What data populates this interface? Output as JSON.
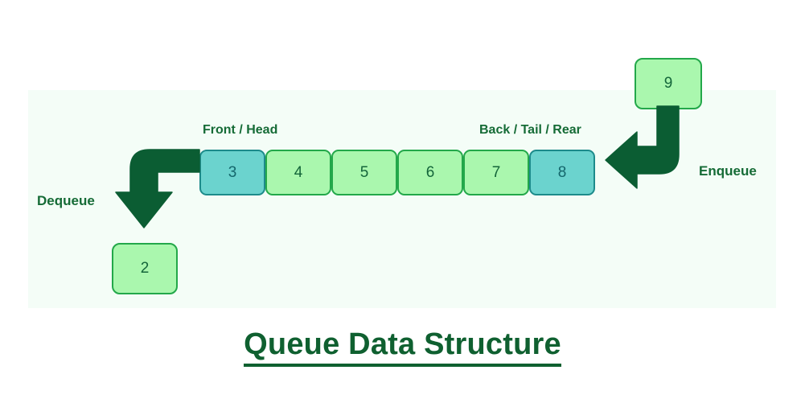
{
  "title": {
    "text": "Queue Data Structure"
  },
  "colors": {
    "cell_green_fill": "#aaf7ae",
    "cell_green_border": "#23a84a",
    "cell_teal_fill": "#6bd3ce",
    "cell_teal_border": "#1d8b8b",
    "arrow": "#0b5d33",
    "text_green": "#156b36",
    "panel_background": "#f4fdf7",
    "canvas_background": "#ffffff"
  },
  "queue": {
    "labels": {
      "front": "Front / Head",
      "back": "Back / Tail / Rear"
    },
    "cells": [
      {
        "value": "3",
        "style": "teal"
      },
      {
        "value": "4",
        "style": "green"
      },
      {
        "value": "5",
        "style": "green"
      },
      {
        "value": "6",
        "style": "green"
      },
      {
        "value": "7",
        "style": "green"
      },
      {
        "value": "8",
        "style": "teal"
      }
    ]
  },
  "operations": {
    "enqueue": {
      "label": "Enqueue",
      "value": "9",
      "arrow_icon": "elbow-arrow-down-left-icon"
    },
    "dequeue": {
      "label": "Dequeue",
      "value": "2",
      "arrow_icon": "elbow-arrow-left-down-icon"
    }
  }
}
